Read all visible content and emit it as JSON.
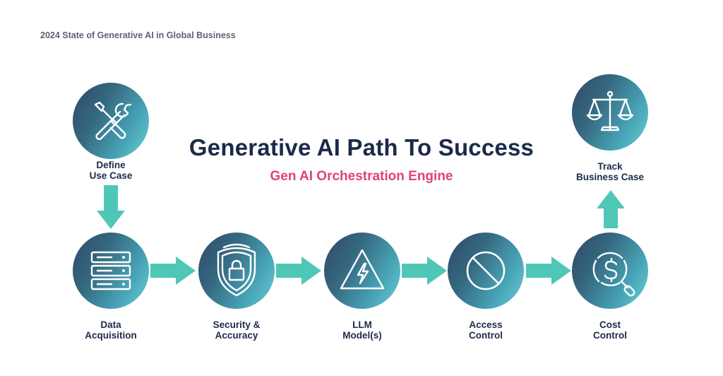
{
  "header": "2024 State of Generative AI in Global Business",
  "title": "Generative AI Path To Success",
  "subtitle": "Gen AI Orchestration Engine",
  "steps": {
    "define": {
      "line1": "Define",
      "line2": "Use Case",
      "icon": "wrench-screwdriver-icon"
    },
    "data": {
      "line1": "Data",
      "line2": "Acquisition",
      "icon": "server-icon"
    },
    "security": {
      "line1": "Security &",
      "line2": "Accuracy",
      "icon": "shield-lock-icon"
    },
    "llm": {
      "line1": "LLM",
      "line2": "Model(s)",
      "icon": "lightning-warning-icon"
    },
    "access": {
      "line1": "Access",
      "line2": "Control",
      "icon": "prohibited-icon"
    },
    "cost": {
      "line1": "Cost",
      "line2": "Control",
      "icon": "dollar-search-icon"
    },
    "track": {
      "line1": "Track",
      "line2": "Business Case",
      "icon": "scales-icon"
    }
  },
  "colors": {
    "arrow": "#4fc7b7",
    "title": "#1c2a4a",
    "subtitle": "#e0417f",
    "header": "#5a6472",
    "circle_dark": "#2f4869",
    "circle_light": "#6ad0d6"
  }
}
